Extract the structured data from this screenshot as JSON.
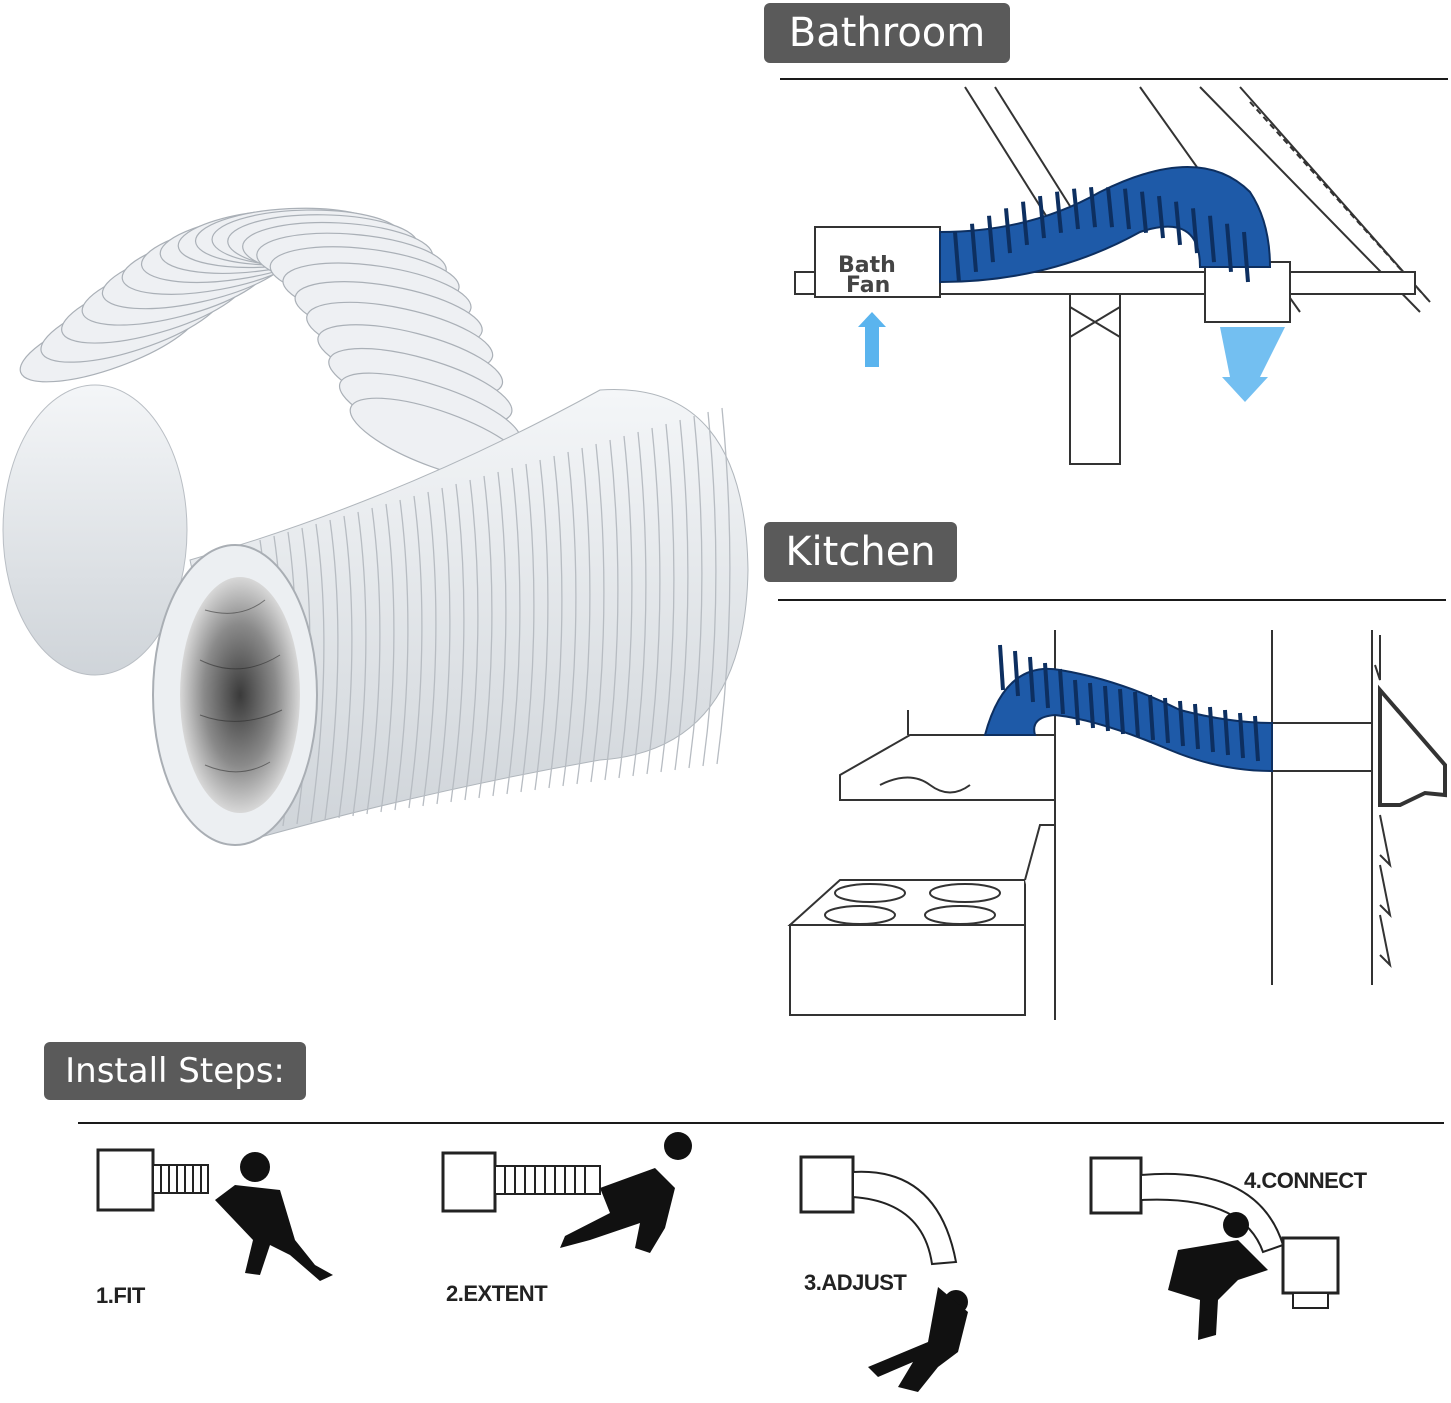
{
  "sections": {
    "bathroom": {
      "title": "Bathroom",
      "fan_label_line1": "Bath",
      "fan_label_line2": "Fan"
    },
    "kitchen": {
      "title": "Kitchen"
    },
    "install": {
      "title": "Install Steps:",
      "steps": [
        {
          "label": "1.FIT"
        },
        {
          "label": "2.EXTENT"
        },
        {
          "label": "3.ADJUST"
        },
        {
          "label": "4.CONNECT"
        }
      ]
    }
  },
  "colors": {
    "label_bg": "#5a5a5a",
    "duct_blue": "#1e5aa8",
    "duct_white": "#e8ebee",
    "airflow_blue": "#5ab4ee"
  },
  "icons": [
    "duct-hose-image",
    "bath-fan-diagram",
    "kitchen-hood-diagram",
    "person-icon",
    "airflow-arrow-icon"
  ]
}
